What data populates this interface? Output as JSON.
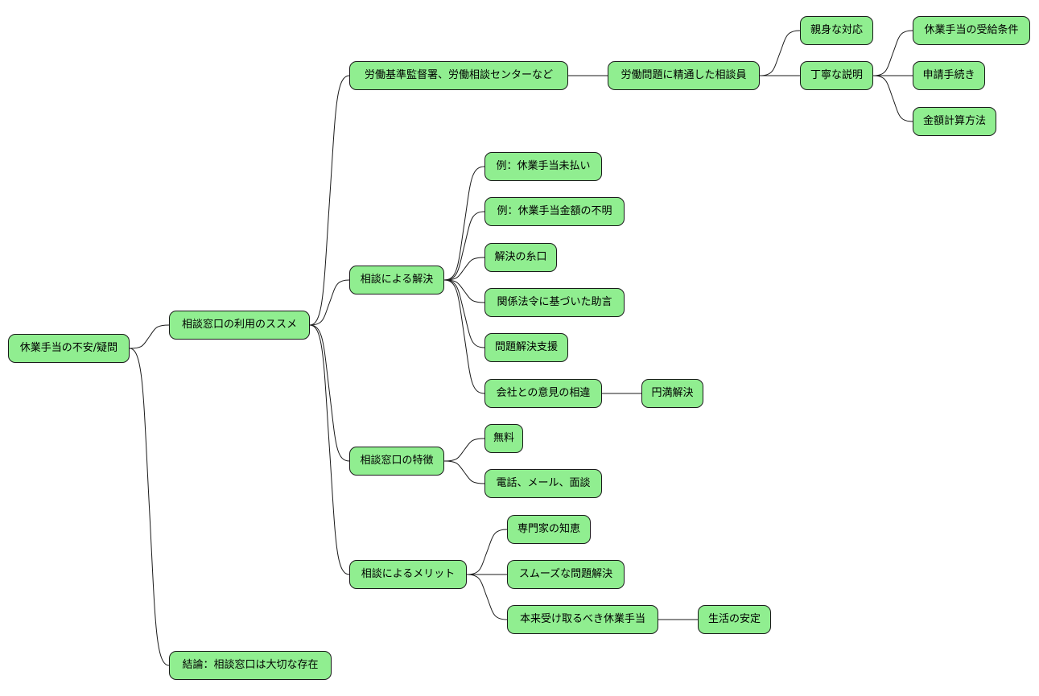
{
  "colors": {
    "node_fill": "#90ee90",
    "node_border": "#1a1a1a",
    "edge": "#1a1a1a",
    "background": "#ffffff"
  },
  "mindmap": {
    "root": {
      "label": "休業手当の不安/疑問"
    },
    "recommend": {
      "label": "相談窓口の利用のススメ"
    },
    "bureau": {
      "label": "労働基準監督署、労働相談センターなど"
    },
    "counselor": {
      "label": "労働問題に精通した相談員"
    },
    "kind": {
      "label": "親身な対応"
    },
    "polite": {
      "label": "丁寧な説明"
    },
    "conditions": {
      "label": "休業手当の受給条件"
    },
    "procedure": {
      "label": "申請手続き"
    },
    "calc": {
      "label": "金額計算方法"
    },
    "solve": {
      "label": "相談による解決"
    },
    "ex_unpaid": {
      "label": "例：休業手当未払い"
    },
    "ex_amount": {
      "label": "例：休業手当金額の不明"
    },
    "clue": {
      "label": "解決の糸口"
    },
    "advice": {
      "label": "関係法令に基づいた助言"
    },
    "support": {
      "label": "問題解決支援"
    },
    "disagree": {
      "label": "会社との意見の相違"
    },
    "amicable": {
      "label": "円満解決"
    },
    "features": {
      "label": "相談窓口の特徴"
    },
    "free": {
      "label": "無料"
    },
    "channels": {
      "label": "電話、メール、面談"
    },
    "merits": {
      "label": "相談によるメリット"
    },
    "expertise": {
      "label": "専門家の知恵"
    },
    "smooth": {
      "label": "スムーズな問題解決"
    },
    "rightful": {
      "label": "本来受け取るべき休業手当"
    },
    "stability": {
      "label": "生活の安定"
    },
    "conclusion": {
      "label": "結論：相談窓口は大切な存在"
    }
  }
}
